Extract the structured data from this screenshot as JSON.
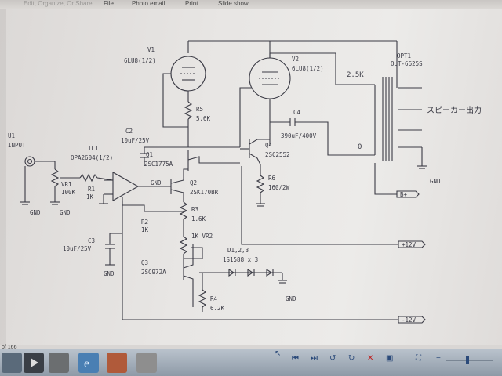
{
  "menu": {
    "path_text": "Edit, Organize, Or Share",
    "file": "File",
    "photo_email": "Photo email",
    "print": "Print",
    "slide_show": "Slide show"
  },
  "page_info": "of 166",
  "schematic": {
    "v1_name": "V1",
    "v1_type": "6LU8(1/2)",
    "v2_name": "V2",
    "v2_type": "6LU8(1/2)",
    "opt_name": "OPT1",
    "opt_type": "OUT-6625S",
    "opt_imp": "2.5K",
    "opt_zero": "0",
    "speaker_out": "スピーカー出力",
    "r5_name": "R5",
    "r5_val": "5.6K",
    "c4_name": "C4",
    "c4_val": "390uF/400V",
    "q4_name": "Q4",
    "q4_type": "2SC2552",
    "r6_name": "R6",
    "r6_val": "160/2W",
    "c2_name": "C2",
    "c2_val": "10uF/25V",
    "ic1_name": "IC1",
    "ic1_type": "OPA2604(1/2)",
    "q1_name": "Q1",
    "q1_type": "2SC1775A",
    "q2_name": "Q2",
    "q2_type": "2SK170BR",
    "u1_name": "U1",
    "u1_label": "INPUT",
    "vr1_name": "VR1",
    "vr1_val": "100K",
    "r1_name": "R1",
    "r1_val": "1K",
    "r2_name": "R2",
    "r2_val": "1K",
    "r3_name": "R3",
    "r3_val": "1.6K",
    "vr2_label": "1K VR2",
    "c3_name": "C3",
    "c3_val": "10uF/25V",
    "q3_name": "Q3",
    "q3_type": "2SC972A",
    "r4_name": "R4",
    "r4_val": "6.2K",
    "d_name": "D1,2,3",
    "d_type": "1S1588 x 3",
    "gnd": "GND",
    "bplus": "B+",
    "plus12": "+12V",
    "minus12": "-12V"
  },
  "colors": {
    "ink": "#3a3a44",
    "paper": "#e8e6e4",
    "taskbar": "#9aa6b2"
  }
}
